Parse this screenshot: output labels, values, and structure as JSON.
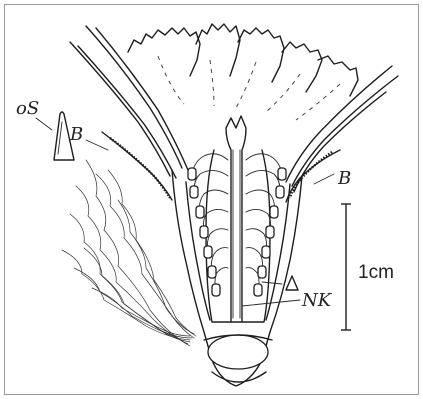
{
  "labels": {
    "outer_scale": "oS",
    "bract_left": "B",
    "bract_right": "B",
    "nectar_chamber": "NK",
    "scale_unit": "1cm"
  },
  "colors": {
    "ink": "#1e1e1e",
    "background": "#ffffff",
    "frame": "#9a9a9a"
  }
}
